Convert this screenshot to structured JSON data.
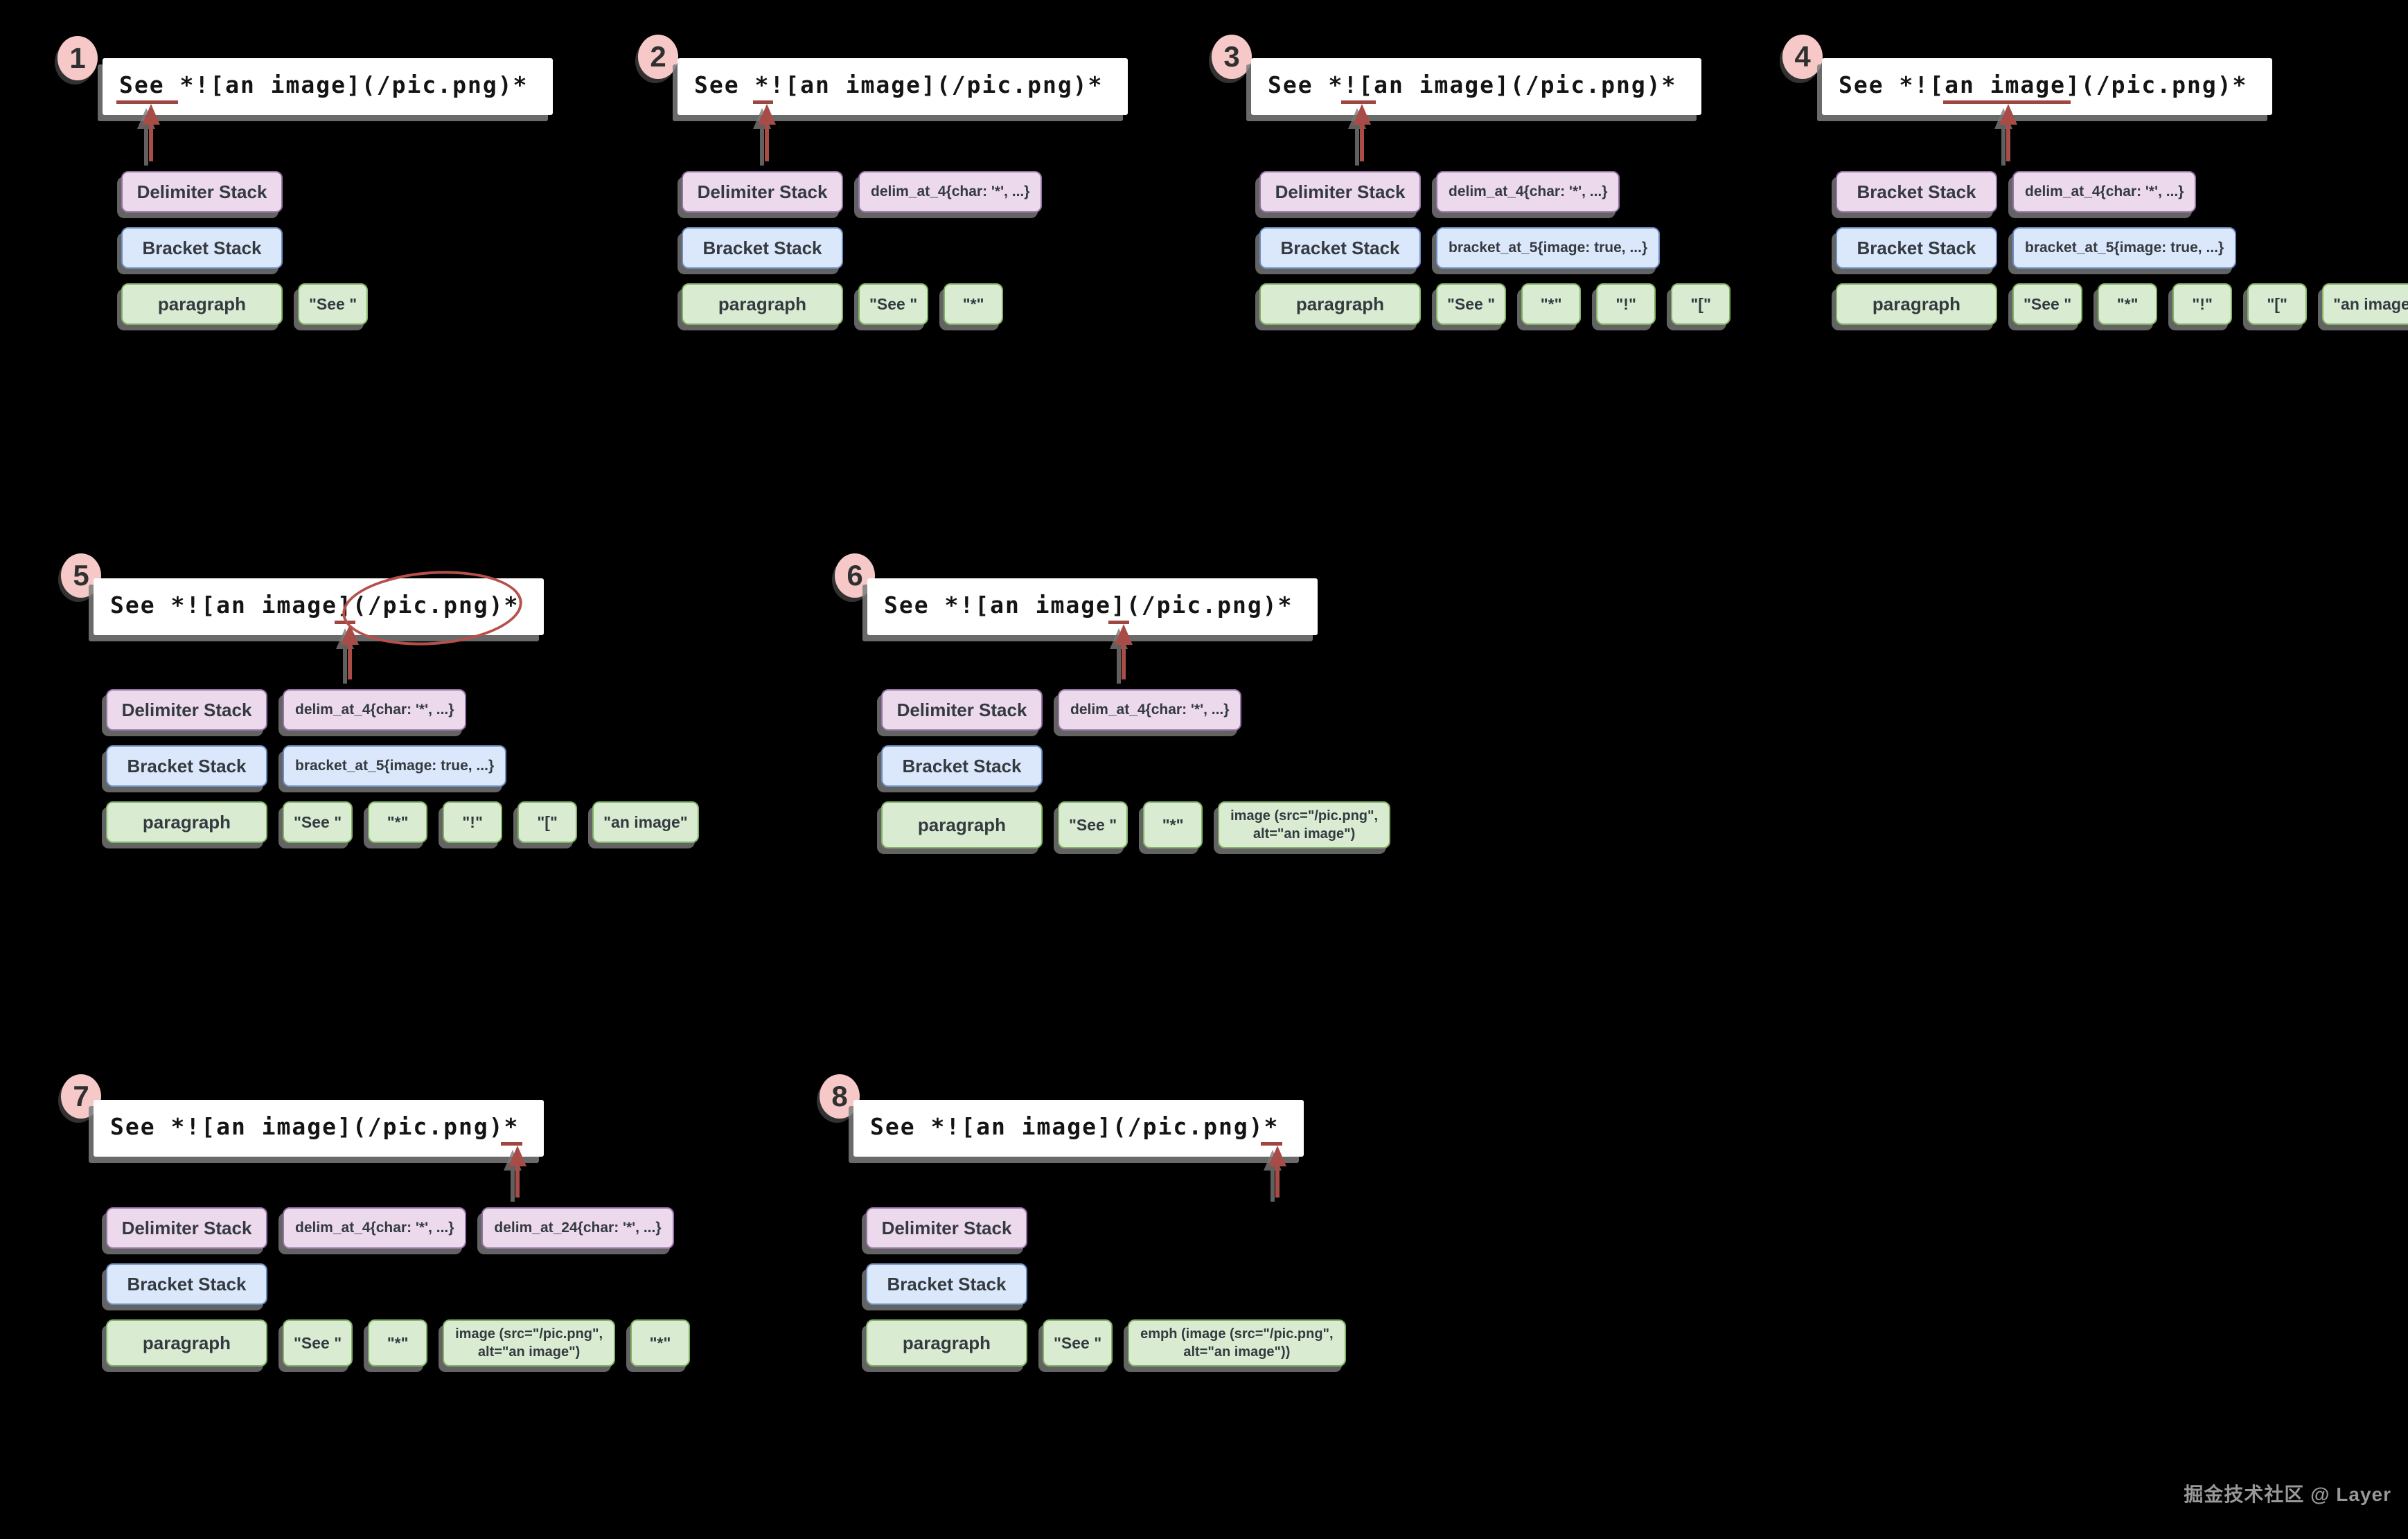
{
  "source_text": "See *![an image](/pic.png)*",
  "watermark": "掘金技术社区 @ Layer",
  "colors": {
    "background": "#000000",
    "bar_fill": "#ffffff",
    "badge_fill": "#f6c9c8",
    "delimiter_fill": "#ecd9ec",
    "delimiter_border": "#9673a6",
    "bracket_fill": "#dbe8fb",
    "bracket_border": "#6c8ebf",
    "paragraph_fill": "#d9ecd2",
    "paragraph_border": "#82b366",
    "annotation_red": "#a74c47"
  },
  "panels": [
    {
      "num": "1",
      "rows": {
        "delimiter": {
          "label": "Delimiter Stack",
          "items": []
        },
        "bracket": {
          "label": "Bracket Stack",
          "items": []
        },
        "paragraph": {
          "label": "paragraph",
          "items": [
            {
              "text": "\"See \""
            }
          ]
        }
      },
      "pointer": {
        "underline_chars": [
          -0.2,
          3.9
        ],
        "arrow_char": 1.6
      }
    },
    {
      "num": "2",
      "rows": {
        "delimiter": {
          "label": "Delimiter Stack",
          "items": [
            {
              "text": "delim_at_4{char: '*', ...}"
            }
          ]
        },
        "bracket": {
          "label": "Bracket Stack",
          "items": []
        },
        "paragraph": {
          "label": "paragraph",
          "items": [
            {
              "text": "\"See \""
            },
            {
              "text": "\"*\""
            }
          ]
        }
      },
      "pointer": {
        "underline_chars": [
          3.9,
          5.2
        ],
        "arrow_char": 4.3
      }
    },
    {
      "num": "3",
      "rows": {
        "delimiter": {
          "label": "Delimiter Stack",
          "items": [
            {
              "text": "delim_at_4{char: '*', ...}"
            }
          ]
        },
        "bracket": {
          "label": "Bracket Stack",
          "items": [
            {
              "text": "bracket_at_5{image: true, ...}"
            }
          ]
        },
        "paragraph": {
          "label": "paragraph",
          "items": [
            {
              "text": "\"See \""
            },
            {
              "text": "\"*\""
            },
            {
              "text": "\"!\""
            },
            {
              "text": "\"[\""
            }
          ]
        }
      },
      "pointer": {
        "underline_chars": [
          4.85,
          7.15
        ],
        "arrow_char": 5.7
      }
    },
    {
      "num": "4",
      "rows": {
        "delimiter": {
          "label": "Bracket Stack",
          "items": [
            {
              "text": "delim_at_4{char: '*', ...}"
            }
          ]
        },
        "bracket": {
          "label": "Bracket Stack",
          "items": [
            {
              "text": "bracket_at_5{image: true, ...}"
            }
          ]
        },
        "paragraph": {
          "label": "paragraph",
          "items": [
            {
              "text": "\"See \""
            },
            {
              "text": "\"*\""
            },
            {
              "text": "\"!\""
            },
            {
              "text": "\"[\""
            },
            {
              "text": "\"an image\""
            }
          ]
        }
      },
      "pointer": {
        "underline_chars": [
          6.9,
          15.3
        ],
        "arrow_char": 10.7
      }
    },
    {
      "num": "5",
      "rows": {
        "delimiter": {
          "label": "Delimiter Stack",
          "items": [
            {
              "text": "delim_at_4{char: '*', ...}"
            }
          ]
        },
        "bracket": {
          "label": "Bracket Stack",
          "items": [
            {
              "text": "bracket_at_5{image: true, ...}",
              "circled": true
            }
          ]
        },
        "paragraph": {
          "label": "paragraph",
          "items": [
            {
              "text": "\"See \""
            },
            {
              "text": "\"*\""
            },
            {
              "text": "\"!\""
            },
            {
              "text": "\"[\""
            },
            {
              "text": "\"an image\""
            }
          ]
        }
      },
      "pointer": {
        "underline_chars": [
          14.8,
          16.2
        ],
        "arrow_char": 15.3
      },
      "bar_ellipse_chars": [
        15.7,
        26.5
      ]
    },
    {
      "num": "6",
      "rows": {
        "delimiter": {
          "label": "Delimiter Stack",
          "items": [
            {
              "text": "delim_at_4{char: '*', ...}"
            }
          ]
        },
        "bracket": {
          "label": "Bracket Stack",
          "items": []
        },
        "paragraph": {
          "label": "paragraph",
          "items": [
            {
              "text": "\"See \""
            },
            {
              "text": "\"*\""
            },
            {
              "text": "image (src=\"/pic.png\",\nalt=\"an image\")",
              "two_line": true
            }
          ]
        }
      },
      "pointer": {
        "underline_chars": [
          14.8,
          16.2
        ],
        "arrow_char": 15.3
      }
    },
    {
      "num": "7",
      "rows": {
        "delimiter": {
          "label": "Delimiter Stack",
          "items": [
            {
              "text": "delim_at_4{char: '*', ...}",
              "circled": true
            },
            {
              "text": "delim_at_24{char: '*', ...}",
              "circled": true
            }
          ]
        },
        "bracket": {
          "label": "Bracket Stack",
          "items": []
        },
        "paragraph": {
          "label": "paragraph",
          "items": [
            {
              "text": "\"See \""
            },
            {
              "text": "\"*\""
            },
            {
              "text": "image (src=\"/pic.png\",\nalt=\"an image\")",
              "two_line": true
            },
            {
              "text": "\"*\""
            }
          ]
        }
      },
      "pointer": {
        "underline_chars": [
          25.8,
          27.2
        ],
        "arrow_char": 26.4
      }
    },
    {
      "num": "8",
      "rows": {
        "delimiter": {
          "label": "Delimiter Stack",
          "items": []
        },
        "bracket": {
          "label": "Bracket Stack",
          "items": []
        },
        "paragraph": {
          "label": "paragraph",
          "items": [
            {
              "text": "\"See \""
            },
            {
              "text": "emph (image (src=\"/pic.png\",\nalt=\"an image\"))",
              "two_line": true
            }
          ]
        }
      },
      "pointer": {
        "underline_chars": [
          25.8,
          27.2
        ],
        "arrow_char": 26.4
      }
    }
  ]
}
